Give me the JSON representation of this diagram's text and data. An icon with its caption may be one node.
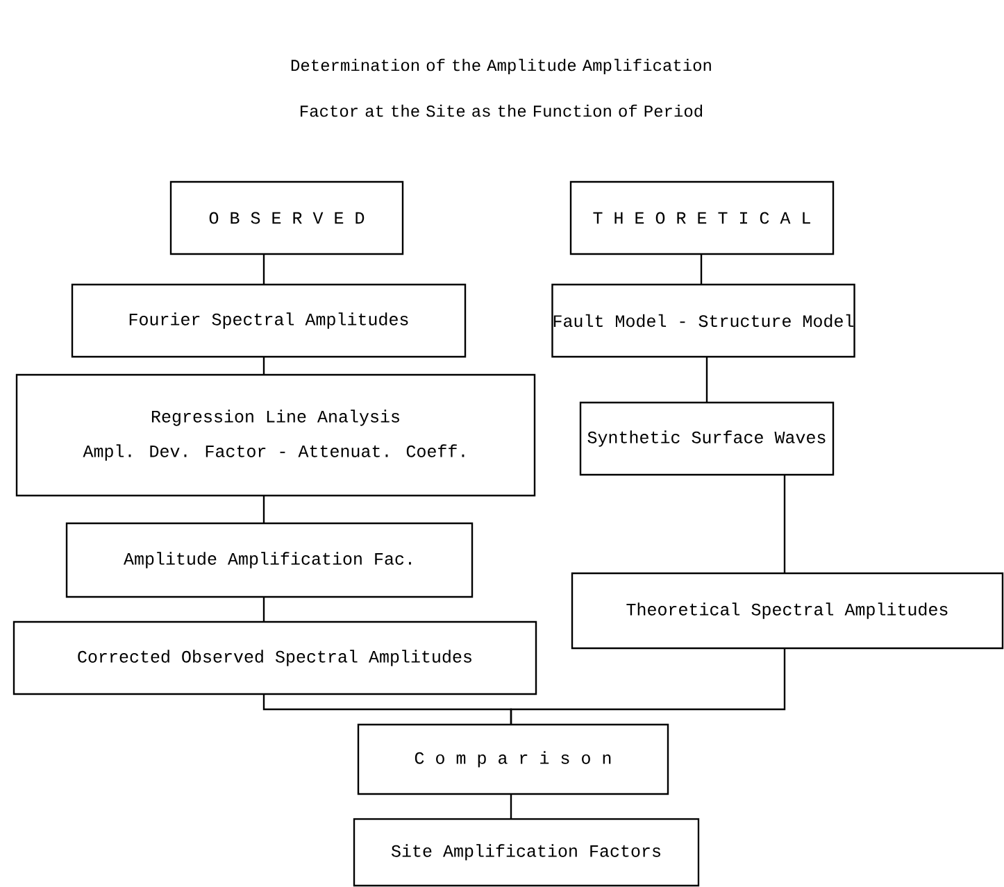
{
  "diagram": {
    "title": "Determination of the Amplitude Amplification Factor at the Site as the Function of Period",
    "nodes": [
      {
        "text": [
          "O B S E R V E D"
        ]
      },
      {
        "text": [
          "T H E O R E T I C A L"
        ]
      },
      {
        "text": [
          "Fourier Spectral Amplitudes"
        ]
      },
      {
        "text": [
          "Fault Model - Structure Model"
        ]
      },
      {
        "text": [
          "Regression Line Analysis",
          "Ampl. Dev. Factor - Attenuat. Coeff."
        ]
      },
      {
        "text": [
          "Synthetic Surface Waves"
        ]
      },
      {
        "text": [
          "Amplitude Amplification Fac."
        ]
      },
      {
        "text": [
          "Theoretical Spectral Amplitudes"
        ]
      },
      {
        "text": [
          "Corrected Observed Spectral Amplitudes"
        ]
      },
      {
        "text": [
          "C o m p a r i s o n"
        ]
      },
      {
        "text": [
          "Site Amplification Factors"
        ]
      }
    ],
    "edges": [
      {
        "from": 0,
        "to": 2,
        "arrow": "none"
      },
      {
        "from": 1,
        "to": 3,
        "arrow": "none"
      },
      {
        "from": 2,
        "to": 4,
        "arrow": "none"
      },
      {
        "from": 3,
        "to": 5,
        "arrow": "none"
      },
      {
        "from": 4,
        "to": 6,
        "arrow": "none"
      },
      {
        "from": 5,
        "to": 7,
        "arrow": "none"
      },
      {
        "from": 6,
        "to": 8,
        "arrow": "none"
      },
      {
        "from": 8,
        "to": 9,
        "arrow": "none"
      },
      {
        "from": 7,
        "to": 9,
        "arrow": "none"
      },
      {
        "from": 9,
        "to": 10,
        "arrow": "none"
      }
    ]
  }
}
